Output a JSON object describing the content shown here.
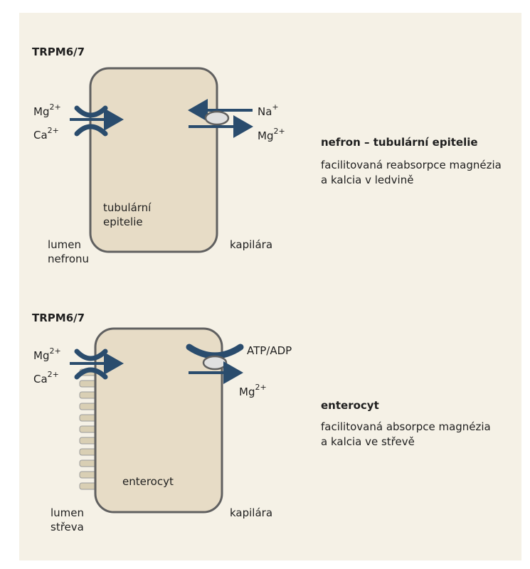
{
  "colors": {
    "background": "#f5f1e6",
    "cell_fill": "#e7dcc6",
    "cell_stroke": "#606060",
    "channel": "#2a4c6d",
    "transporter_fill": "#e0e0e0",
    "villi": "#d9cfb4"
  },
  "top": {
    "title": "TRPM6/7",
    "left_ion_1": "Mg",
    "left_ion_1_charge": "2+",
    "left_ion_2": "Ca",
    "left_ion_2_charge": "2+",
    "right_in_ion": "Na",
    "right_in_charge": "+",
    "right_out_ion": "Mg",
    "right_out_charge": "2+",
    "cell_label_1": "tubulární",
    "cell_label_2": "epitelie",
    "lumen_label_1": "lumen",
    "lumen_label_2": "nefronu",
    "capillary_label": "kapilára",
    "heading": "nefron – tubulární epitelie",
    "desc_1": "facilitovaná reabsorpce magnézia",
    "desc_2": "a kalcia v ledvině"
  },
  "bottom": {
    "title": "TRPM6/7",
    "left_ion_1": "Mg",
    "left_ion_1_charge": "2+",
    "left_ion_2": "Ca",
    "left_ion_2_charge": "2+",
    "pump_label": "ATP/ADP",
    "right_out_ion": "Mg",
    "right_out_charge": "2+",
    "cell_label": "enterocyt",
    "lumen_label_1": "lumen",
    "lumen_label_2": "střeva",
    "capillary_label": "kapilára",
    "heading": "enterocyt",
    "desc_1": "facilitovaná absorpce magnézia",
    "desc_2": "a kalcia ve střevě"
  }
}
